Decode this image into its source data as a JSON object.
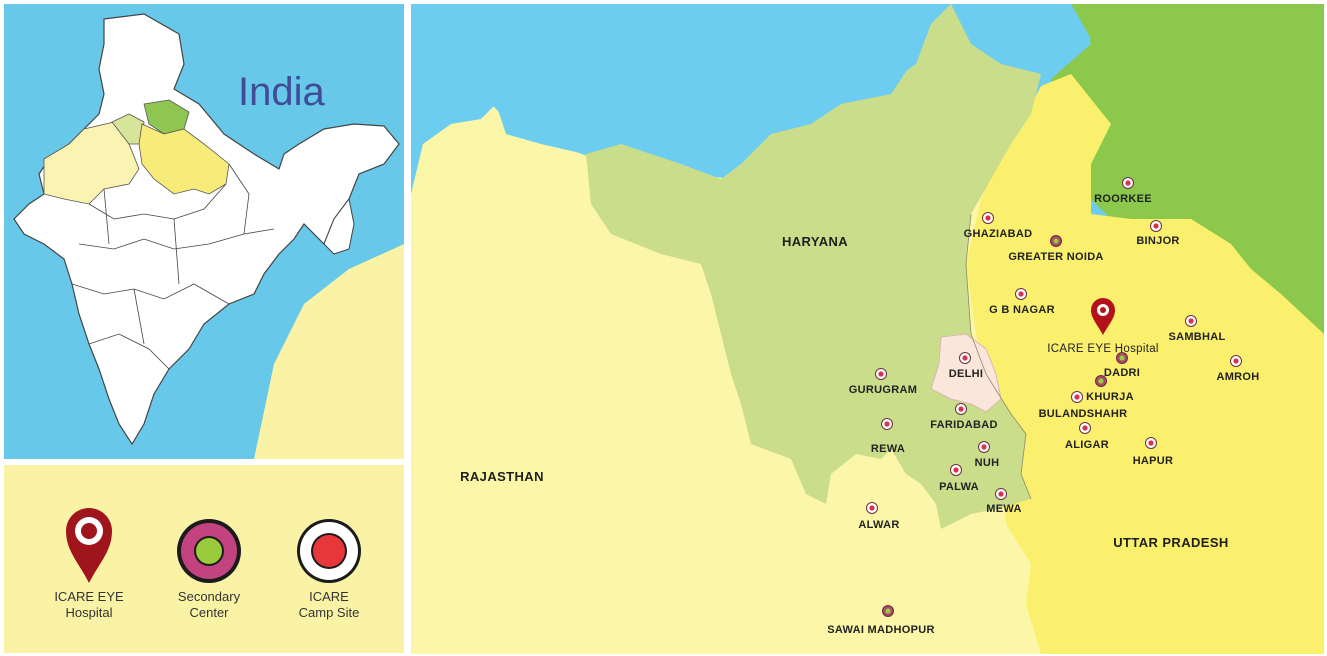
{
  "inset": {
    "title": "India",
    "colors": {
      "sea": "#67c8ea",
      "land": "#ffffff",
      "uttar_pradesh": "#f7ec7a",
      "uttarakhand": "#8ec651",
      "haryana": "#cfe08a",
      "rajasthan": "#faf3a6"
    }
  },
  "legend": {
    "items": [
      {
        "icon": "hospital-pin-icon",
        "label_line1": "ICARE EYE",
        "label_line2": "Hospital",
        "color": "#a0141c"
      },
      {
        "icon": "secondary-center-icon",
        "label_line1": "Secondary",
        "label_line2": "Center",
        "color": "#c2437f"
      },
      {
        "icon": "camp-site-icon",
        "label_line1": "ICARE",
        "label_line2": "Camp Site",
        "color": "#e8373b"
      }
    ]
  },
  "map": {
    "colors": {
      "sea": "#6dcdf0",
      "rajasthan": "#fcf6a8",
      "haryana": "#cadd8b",
      "uttar_pradesh": "#fbef6e",
      "uttarakhand": "#8cc84b",
      "delhi": "#fbe6dc",
      "hospital": "#b3121c",
      "secondary": "#a8496a",
      "camp": "#d8324e"
    },
    "states": {
      "haryana": "HARYANA",
      "rajasthan": "RAJASTHAN",
      "uttar_pradesh": "UTTAR PRADESH"
    },
    "hospital": {
      "name": "ICARE EYE Hospital",
      "type": "hospital"
    },
    "places": [
      {
        "name": "ROORKEE",
        "type": "camp"
      },
      {
        "name": "GHAZIABAD",
        "type": "camp"
      },
      {
        "name": "GREATER NOIDA",
        "type": "secondary"
      },
      {
        "name": "BINJOR",
        "type": "camp"
      },
      {
        "name": "G B NAGAR",
        "type": "camp"
      },
      {
        "name": "SAMBHAL",
        "type": "camp"
      },
      {
        "name": "DADRI",
        "type": "secondary"
      },
      {
        "name": "AMROH",
        "type": "camp"
      },
      {
        "name": "DELHI",
        "type": "camp"
      },
      {
        "name": "GURUGRAM",
        "type": "camp"
      },
      {
        "name": "KHURJA",
        "type": "secondary"
      },
      {
        "name": "BULANDSHAHR",
        "type": "camp"
      },
      {
        "name": "FARIDABAD",
        "type": "camp"
      },
      {
        "name": "ALIGAR",
        "type": "camp"
      },
      {
        "name": "REWA",
        "type": "camp"
      },
      {
        "name": "NUH",
        "type": "camp"
      },
      {
        "name": "HAPUR",
        "type": "camp"
      },
      {
        "name": "PALWA",
        "type": "camp"
      },
      {
        "name": "MEWA",
        "type": "camp"
      },
      {
        "name": "ALWAR",
        "type": "camp"
      },
      {
        "name": "SAWAI MADHOPUR",
        "type": "secondary"
      }
    ]
  }
}
